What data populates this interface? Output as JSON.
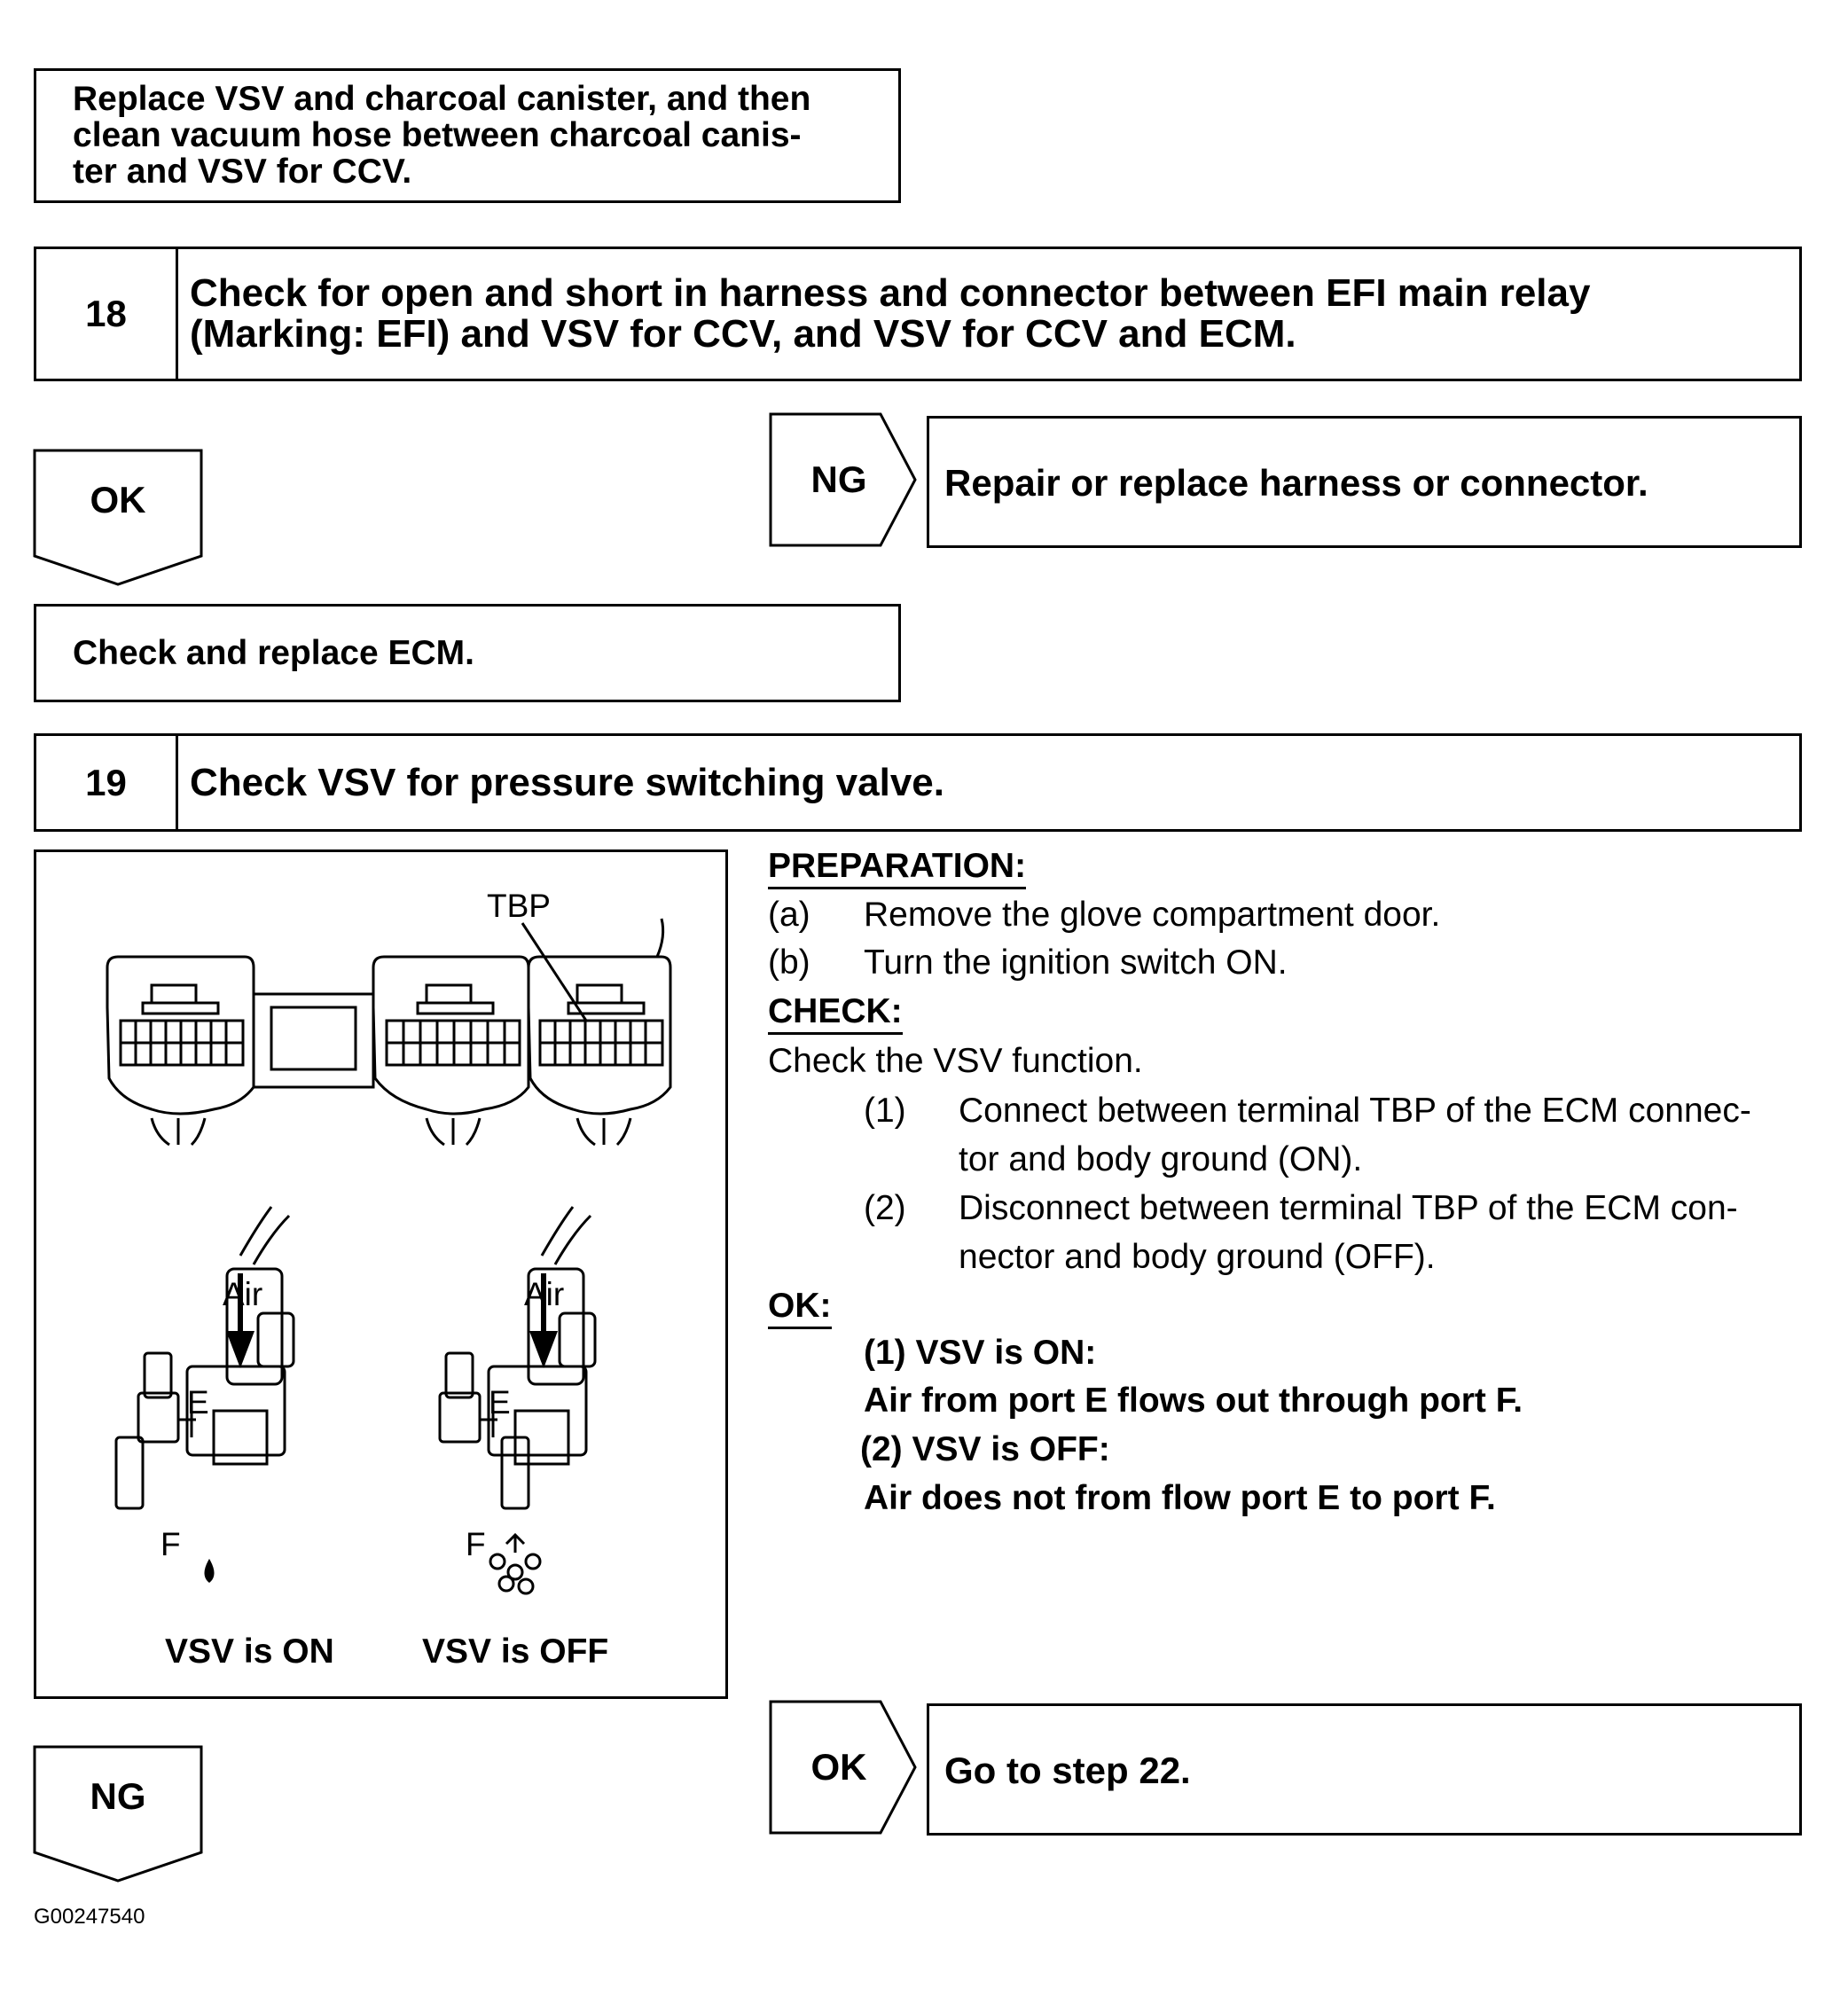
{
  "top_box": {
    "lines": [
      "Replace VSV and charcoal canister, and then",
      "clean vacuum hose between charcoal canis-",
      "ter and VSV for CCV."
    ]
  },
  "step18": {
    "number": "18",
    "title_lines": [
      "Check for open and short in harness and connector between EFI main relay",
      "(Marking: EFI) and VSV for CCV, and VSV for CCV and ECM."
    ]
  },
  "flow18": {
    "ok_label": "OK",
    "ng_label": "NG",
    "ng_action": "Repair or replace harness or connector.",
    "ok_action": "Check and replace ECM."
  },
  "step19": {
    "number": "19",
    "title": "Check VSV for pressure switching valve."
  },
  "figure": {
    "terminal_label": "TBP",
    "air_label_left": "Air",
    "air_label_right": "Air",
    "port_e_left": "E",
    "port_e_right": "E",
    "port_f_left": "F",
    "port_f_right": "F",
    "caption_on": "VSV is ON",
    "caption_off": "VSV is OFF"
  },
  "procedure": {
    "preparation_header": "PREPARATION:",
    "prep_a_tag": "(a)",
    "prep_a_text": "Remove the glove compartment door.",
    "prep_b_tag": "(b)",
    "prep_b_text": "Turn the ignition switch ON.",
    "check_header": "CHECK:",
    "check_intro": "Check the VSV function.",
    "check_1_tag": "(1)",
    "check_1_line1": "Connect between terminal TBP of the ECM connec-",
    "check_1_line2": "tor and body ground (ON).",
    "check_2_tag": "(2)",
    "check_2_line1": "Disconnect between terminal TBP of the ECM con-",
    "check_2_line2": "nector and body ground (OFF).",
    "ok_header": "OK:",
    "ok_1_title": "(1) VSV is ON:",
    "ok_1_text": "Air from port E flows out through port F.",
    "ok_2_title": "(2) VSV is OFF:",
    "ok_2_text": "Air does not from flow port E to port F."
  },
  "flow19": {
    "ok_label": "OK",
    "ok_action": "Go to step 22.",
    "ng_label": "NG"
  },
  "image_code": "G00247540"
}
